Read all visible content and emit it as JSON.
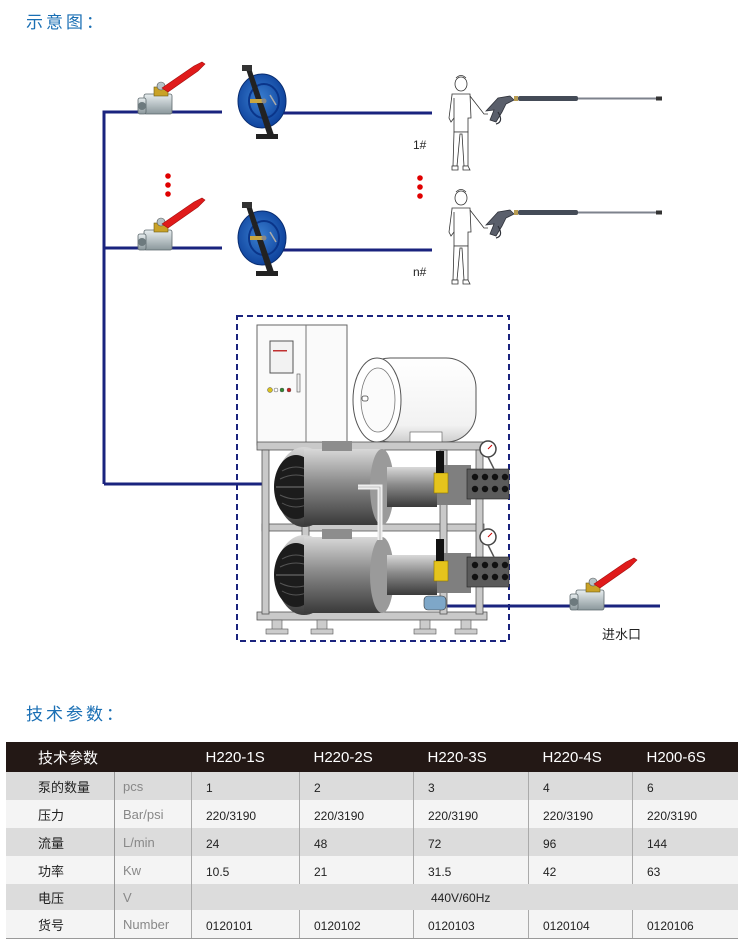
{
  "diagram_section": {
    "title": "示意图：",
    "branch_labels": [
      "1#",
      "n#"
    ],
    "inlet_label": "进水口",
    "components": {
      "valve": "ball-valve-icon",
      "reel": "hose-reel-icon",
      "operator": "operator-with-spray-gun-icon",
      "unit": "pump-station-icon"
    },
    "colors": {
      "pipe": "#1a237e",
      "dots": "#e00000",
      "frame": "#1a237e",
      "title": "#1a6fb4"
    }
  },
  "specs_section": {
    "title": "技术参数：",
    "table": {
      "header": {
        "label": "技术参数",
        "models": [
          "H220-1S",
          "H220-2S",
          "H220-3S",
          "H220-4S",
          "H200-6S"
        ]
      },
      "rows": [
        {
          "name": "泵的数量",
          "unit": "pcs",
          "values": [
            "1",
            "2",
            "3",
            "4",
            "6"
          ]
        },
        {
          "name": "压力",
          "unit": "Bar/psi",
          "values": [
            "220/3190",
            "220/3190",
            "220/3190",
            "220/3190",
            "220/3190"
          ]
        },
        {
          "name": "流量",
          "unit": "L/min",
          "values": [
            "24",
            "48",
            "72",
            "96",
            "144"
          ]
        },
        {
          "name": "功率",
          "unit": "Kw",
          "values": [
            "10.5",
            "21",
            "31.5",
            "42",
            "63"
          ]
        },
        {
          "name": "电压",
          "unit": "V",
          "merged_value": "440V/60Hz"
        },
        {
          "name": "货号",
          "unit": "Number",
          "values": [
            "0120101",
            "0120102",
            "0120103",
            "0120104",
            "0120106"
          ]
        }
      ]
    }
  }
}
